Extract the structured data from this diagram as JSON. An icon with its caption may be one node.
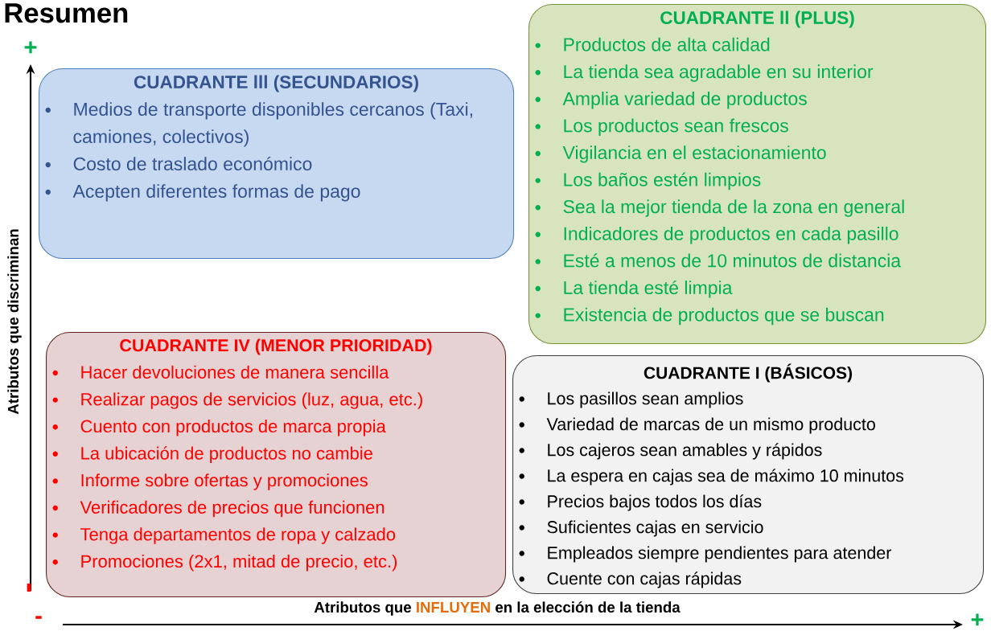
{
  "diagram": {
    "title": "Resumen",
    "nodes": [
      {
        "text": [
          "CUADRANTE lll (SECUNDARIOS)",
          "Medios de transporte disponibles cercanos (Taxi, camiones, colectivos)",
          "Costo de traslado económico",
          "Acepten diferentes formas de pago"
        ]
      },
      {
        "text": [
          "CUADRANTE ll (PLUS)",
          "Productos de alta calidad",
          "La tienda sea agradable en su interior",
          "Amplia variedad de productos",
          "Los productos sean frescos",
          "Vigilancia en el estacionamiento",
          "Los baños estén limpios",
          "Sea la mejor tienda de la zona en general",
          "Indicadores de productos en cada pasillo",
          "Esté a menos de 10 minutos de distancia",
          "La tienda esté limpia",
          "Existencia de productos que se buscan"
        ]
      },
      {
        "text": [
          "CUADRANTE IV (MENOR PRIORIDAD)",
          "Hacer devoluciones de manera sencilla",
          "Realizar pagos de servicios (luz, agua, etc.)",
          "Cuento con productos de marca propia",
          "La ubicación de productos no cambie",
          "Informe sobre ofertas y promociones",
          "Verificadores de precios que funcionen",
          "Tenga departamentos de ropa y calzado",
          "Promociones (2x1, mitad de precio, etc.)"
        ]
      },
      {
        "text": [
          "CUADRANTE I (BÁSICOS)",
          "Los pasillos sean amplios",
          "Variedad de marcas de un mismo producto",
          "Los cajeros sean amables y rápidos",
          "La espera en cajas sea de máximo 10 minutos",
          "Precios bajos todos los días",
          "Suficientes cajas en servicio",
          "Empleados siempre pendientes para atender",
          "Cuente con cajas rápidas"
        ]
      }
    ],
    "labels": [
      "+",
      "Atributos que discriminan",
      "-",
      "-",
      "Atributos que",
      "INFLUYEN",
      "en la elección de la tienda",
      "+"
    ]
  }
}
